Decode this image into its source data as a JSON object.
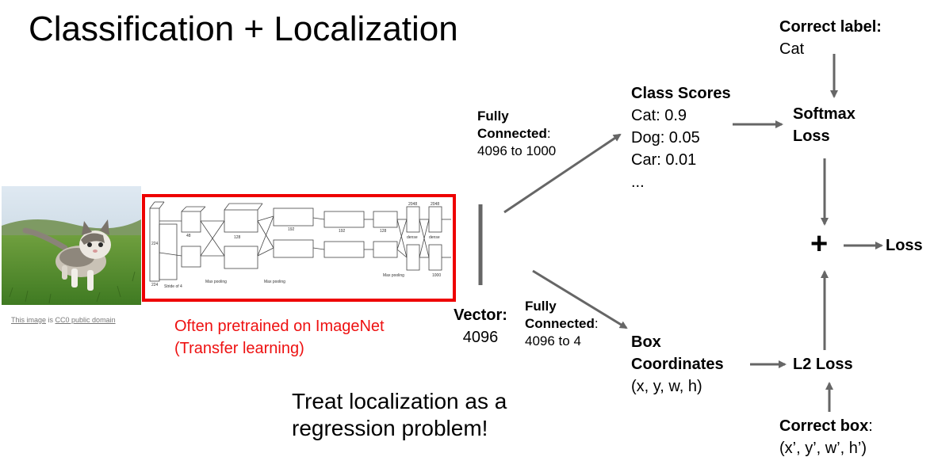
{
  "title": "Classification + Localization",
  "image_credit": {
    "prefix": "This image",
    "middle": " is ",
    "link": "CC0 public domain"
  },
  "pretrained_note": {
    "line1": "Often pretrained on ImageNet",
    "line2": "(Transfer learning)"
  },
  "vector": {
    "label": "Vector:",
    "value": "4096"
  },
  "fc_top": {
    "line1": "Fully",
    "line2": "Connected",
    "colon": ":",
    "line3": "4096 to 1000"
  },
  "fc_bottom": {
    "line1": "Fully",
    "line2": "Connected",
    "colon": ":",
    "line3": "4096 to 4"
  },
  "class_scores": {
    "heading": "Class Scores",
    "items": [
      "Cat: 0.9",
      "Dog: 0.05",
      "Car: 0.01",
      "..."
    ]
  },
  "correct_label": {
    "heading": "Correct label:",
    "value": "Cat"
  },
  "softmax_loss": {
    "line1": "Softmax",
    "line2": "Loss"
  },
  "plus_symbol": "+",
  "loss_label": "Loss",
  "box_coordinates": {
    "line1": "Box",
    "line2": "Coordinates",
    "line3": "(x, y, w, h)"
  },
  "l2_loss": "L2 Loss",
  "correct_box": {
    "heading": "Correct box",
    "colon": ":",
    "value": "(x’, y’, w’, h’)"
  },
  "regression_note": {
    "line1": "Treat localization as a",
    "line2": "regression problem!"
  },
  "cnn_labels": [
    "224",
    "224",
    "Stride of 4",
    "Max pooling",
    "Max pooling",
    "Max pooling",
    "dense",
    "dense",
    "48",
    "128",
    "192",
    "192",
    "128",
    "2048",
    "2048",
    "1000"
  ],
  "colors": {
    "arrow": "#666666",
    "accent_red": "#ee1111",
    "grass": "#5f9a35",
    "sky": "#cfe0ee"
  }
}
